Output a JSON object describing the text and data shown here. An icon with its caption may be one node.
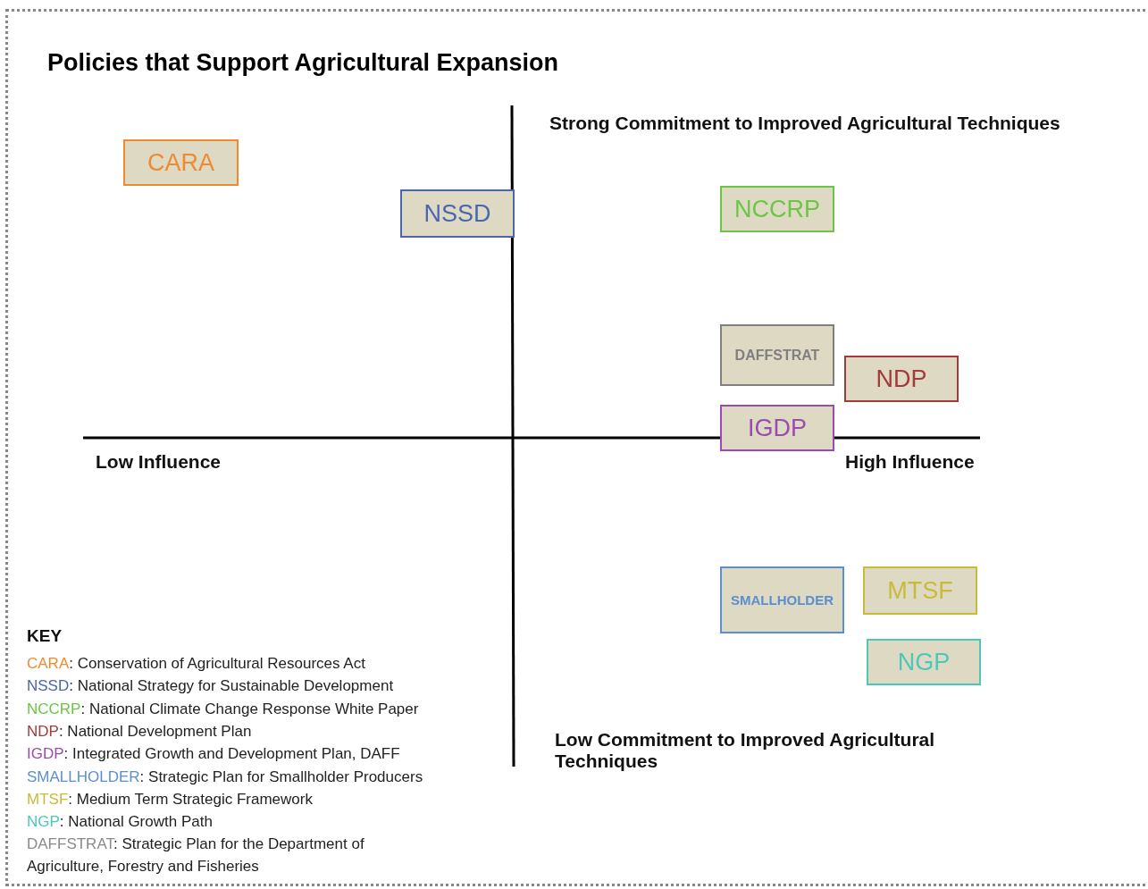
{
  "diagram": {
    "title": "Policies that Support Agricultural Expansion",
    "nodes": [
      {
        "text": [
          "CARA"
        ]
      },
      {
        "text": [
          "NSSD"
        ]
      },
      {
        "text": [
          "NCCRP"
        ]
      },
      {
        "text": [
          "DAFFSTRAT"
        ]
      },
      {
        "text": [
          "NDP"
        ]
      },
      {
        "text": [
          "IGDP"
        ]
      },
      {
        "text": [
          "SMALLHOLDER"
        ]
      },
      {
        "text": [
          "MTSF"
        ]
      },
      {
        "text": [
          "NGP"
        ]
      }
    ],
    "labels": [
      "Strong Commitment to Improved Agricultural Techniques",
      "Low Influence",
      "High Influence",
      "Low Commitment to Improved Agricultural Techniques",
      "KEY",
      "CARA: Conservation of Agricultural Resources Act",
      "NSSD: National Strategy for Sustainable Development",
      "NCCRP: National Climate Change Response White Paper",
      "NDP: National Development Plan",
      "IGDP: Integrated Growth and Development Plan, DAFF",
      "SMALLHOLDER: Strategic Plan for Smallholder Producers",
      "MTSF: Medium Term Strategic Framework",
      "NGP: National Growth Path",
      "DAFFSTRAT: Strategic Plan for the Department of Agriculture, Forestry and Fisheries"
    ]
  }
}
